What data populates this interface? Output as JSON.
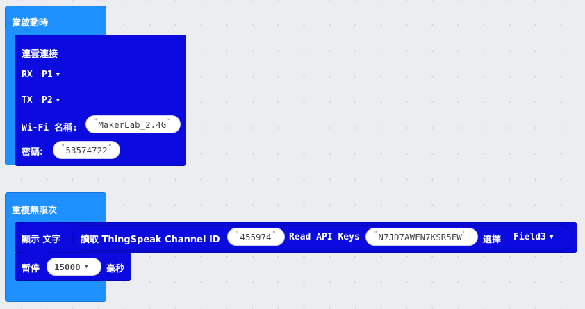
{
  "on_start": {
    "label": "當啟動時",
    "connect_block": {
      "title": "連雲連接",
      "rx_label": "RX",
      "rx_pin": "P1",
      "tx_label": "TX",
      "tx_pin": "P2",
      "wifi_name_label": "Wi-Fi 名稱:",
      "wifi_name_value": "MakerLab_2.4G",
      "password_label": "密碼:",
      "password_value": "53574722"
    }
  },
  "forever": {
    "label": "重複無限次",
    "show_text": {
      "label": "顯示 文字",
      "read_label": "讀取 ThingSpeak Channel ID",
      "channel_id": "455974",
      "api_keys_label": "Read API Keys",
      "api_key_value": "N7JD7AWFN7KSR5FW",
      "select_label": "選擇",
      "field_value": "Field3"
    },
    "pause": {
      "label": "暫停",
      "value": "15000",
      "unit": "毫秒"
    }
  },
  "icons": {
    "dropdown": "triangle-down-icon"
  },
  "colors": {
    "event_block": "#1e90ff",
    "command_block": "#0b0bdf",
    "workspace": "#ecedf1"
  }
}
